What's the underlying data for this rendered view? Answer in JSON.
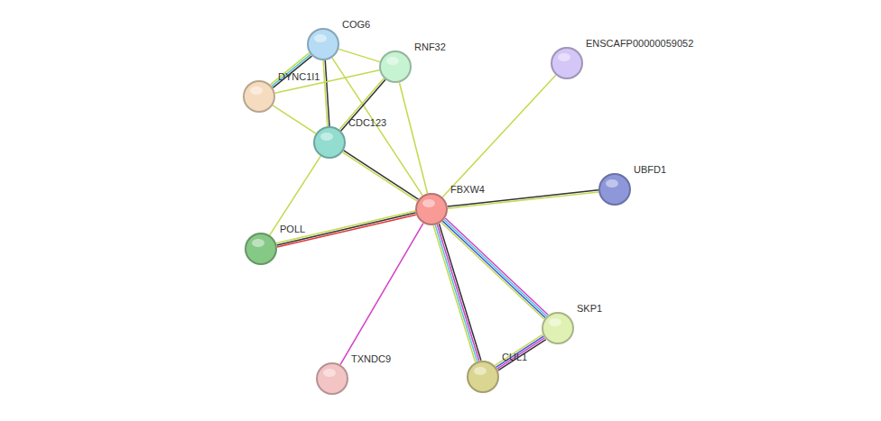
{
  "diagram": {
    "nodes": [
      {
        "text": [
          "COG6"
        ]
      },
      {
        "text": [
          "RNF32"
        ]
      },
      {
        "text": [
          "DYNC1I1"
        ]
      },
      {
        "text": [
          "CDC123"
        ]
      },
      {
        "text": [
          "ENSCAFP00000059052"
        ]
      },
      {
        "text": [
          "FBXW4"
        ]
      },
      {
        "text": [
          "UBFD1"
        ]
      },
      {
        "text": [
          "POLL"
        ]
      },
      {
        "text": [
          "SKP1"
        ]
      },
      {
        "text": [
          "TXNDC9"
        ]
      },
      {
        "text": [
          "CUL1"
        ]
      }
    ],
    "edges": [
      {
        "from": 0,
        "to": 2,
        "arrow": "none"
      },
      {
        "from": 0,
        "to": 1,
        "arrow": "none"
      },
      {
        "from": 0,
        "to": 3,
        "arrow": "none"
      },
      {
        "from": 0,
        "to": 5,
        "arrow": "none"
      },
      {
        "from": 2,
        "to": 1,
        "arrow": "none"
      },
      {
        "from": 2,
        "to": 3,
        "arrow": "none"
      },
      {
        "from": 1,
        "to": 3,
        "arrow": "none"
      },
      {
        "from": 1,
        "to": 5,
        "arrow": "none"
      },
      {
        "from": 3,
        "to": 5,
        "arrow": "none"
      },
      {
        "from": 3,
        "to": 7,
        "arrow": "none"
      },
      {
        "from": 4,
        "to": 5,
        "arrow": "none"
      },
      {
        "from": 5,
        "to": 6,
        "arrow": "none"
      },
      {
        "from": 5,
        "to": 7,
        "arrow": "none"
      },
      {
        "from": 5,
        "to": 9,
        "arrow": "none"
      },
      {
        "from": 5,
        "to": 10,
        "arrow": "none"
      },
      {
        "from": 5,
        "to": 8,
        "arrow": "none"
      },
      {
        "from": 8,
        "to": 10,
        "arrow": "none"
      }
    ]
  }
}
